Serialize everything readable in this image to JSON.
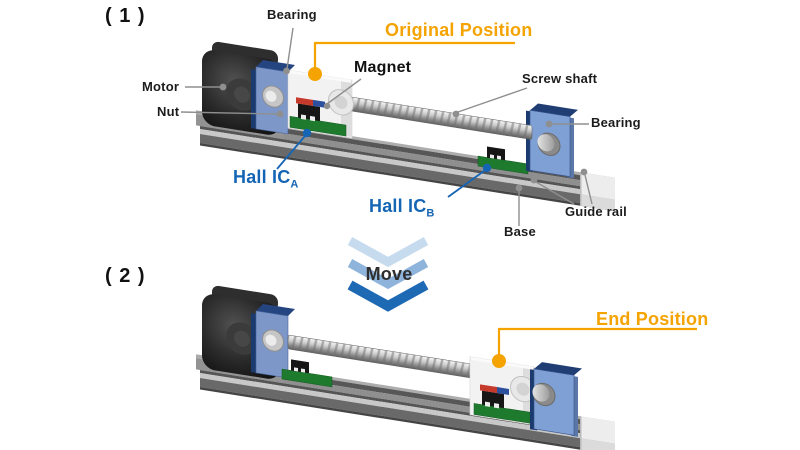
{
  "palette": {
    "accent_orange": "#F5A300",
    "label_blue": "#1565B5",
    "text_dark": "#1C1C1C",
    "leader_gray": "#8F8F8F",
    "chevron_light": "#C7DBEF",
    "chevron_mid": "#8FB4DC",
    "chevron_dark": "#1E69B4",
    "pcb_green": "#1E7B2E",
    "bearing_blue": "#7FA0D4",
    "motor_black": "#1A1A1A"
  },
  "figure1": {
    "index": "( 1 )",
    "position_label": "Original Position",
    "labels": {
      "bearing_top": "Bearing",
      "motor": "Motor",
      "nut": "Nut",
      "magnet": "Magnet",
      "screw_shaft": "Screw shaft",
      "bearing_right": "Bearing",
      "base": "Base",
      "guide_rail": "Guide rail",
      "hall_ic_a": {
        "text": "Hall IC",
        "sub": "A"
      },
      "hall_ic_b": {
        "text": "Hall IC",
        "sub": "B"
      }
    }
  },
  "figure2": {
    "index": "( 2 )",
    "position_label": "End Position"
  },
  "transition": {
    "label": "Move"
  }
}
